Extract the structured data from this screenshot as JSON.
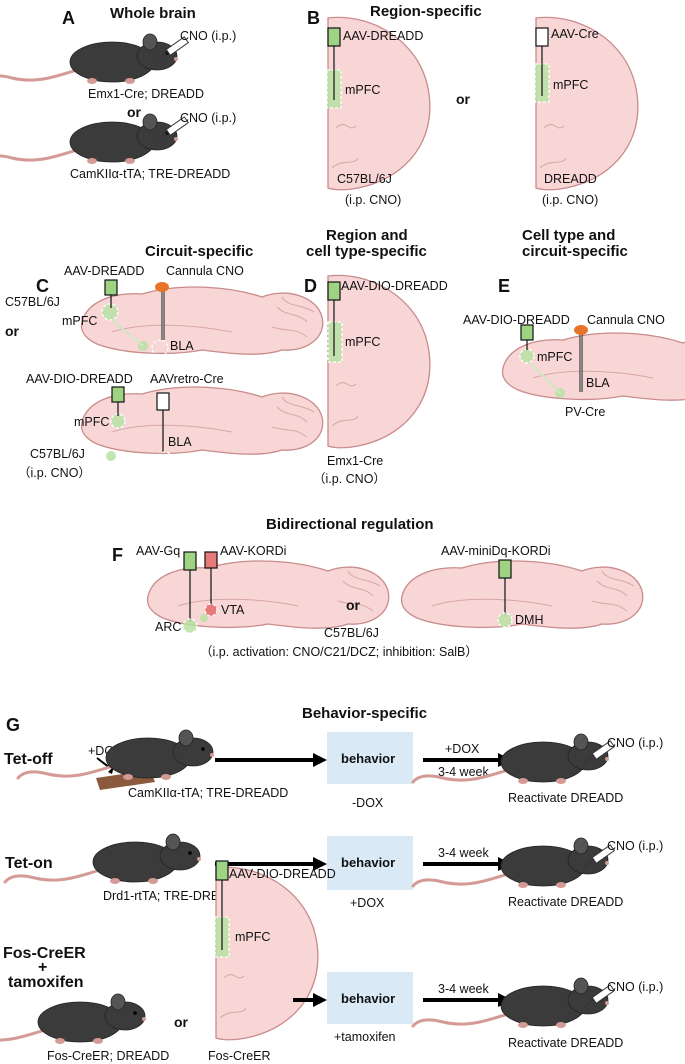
{
  "panels": {
    "A": {
      "letter": "A",
      "title": "Whole brain",
      "injection_label_1": "CNO (i.p.)",
      "mouse_label_1": "Emx1-Cre; DREADD",
      "or": "or",
      "injection_label_2": "CNO (i.p.)",
      "mouse_label_2": "CamKIIα-tTA; TRE-DREADD"
    },
    "B": {
      "letter": "B",
      "title": "Region-specific",
      "virus_left": "AAV-DREADD",
      "region_left": "mPFC",
      "strain_left": "C57BL/6J",
      "route_left": "(i.p. CNO)",
      "or": "or",
      "virus_right": "AAV-Cre",
      "region_right": "mPFC",
      "strain_right": "DREADD",
      "route_right": "(i.p. CNO)"
    },
    "C": {
      "letter": "C",
      "title": "Circuit-specific",
      "virus_top": "AAV-DREADD",
      "cannula": "Cannula CNO",
      "region_top_src": "mPFC",
      "strain_top": "C57BL/6J",
      "region_top_tgt": "BLA",
      "or": "or",
      "virus_bottom_left": "AAV-DIO-DREADD",
      "virus_bottom_right": "AAVretro-Cre",
      "region_bottom_src": "mPFC",
      "region_bottom_tgt": "BLA",
      "strain_bottom": "C57BL/6J",
      "route_bottom": "（i.p. CNO）"
    },
    "D": {
      "letter": "D",
      "title_line1": "Region and",
      "title_line2": "cell type-specific",
      "virus": "AAV-DIO-DREADD",
      "region": "mPFC",
      "strain": "Emx1-Cre",
      "route": "（i.p. CNO）"
    },
    "E": {
      "letter": "E",
      "title_line1": "Cell type and",
      "title_line2": "circuit-specific",
      "virus": "AAV-DIO-DREADD",
      "cannula": "Cannula CNO",
      "region_src": "mPFC",
      "region_tgt": "BLA",
      "strain": "PV-Cre"
    },
    "F": {
      "letter": "F",
      "title": "Bidirectional regulation",
      "virus_1": "AAV-Gq",
      "virus_2": "AAV-KORDi",
      "region_1": "ARC",
      "region_2": "VTA",
      "or": "or",
      "virus_3": "AAV-miniDq-KORDi",
      "region_3": "DMH",
      "strain": "C57BL/6J",
      "route": "（i.p. activation: CNO/C21/DCZ; inhibition: SalB）"
    },
    "G": {
      "letter": "G",
      "title": "Behavior-specific",
      "rows": [
        {
          "name": "Tet-off",
          "pre_label": "+DOX",
          "mouse_label": "CamKIIα-tTA; TRE-DREADD",
          "box_label": "behavior",
          "under_box": "-DOX",
          "arrow_top": "+DOX",
          "arrow_bottom": "3-4 week",
          "injection": "CNO (i.p.)",
          "result": "Reactivate DREADD"
        },
        {
          "name": "Tet-on",
          "mouse_label": "Drd1-rtTA; TRE-DREADD",
          "box_label": "behavior",
          "under_box": "+DOX",
          "arrow_top": "3-4 week",
          "injection": "CNO (i.p.)",
          "result": "Reactivate DREADD"
        },
        {
          "name_line1": "Fos-CreER",
          "name_plus": "+",
          "name_line2": "tamoxifen",
          "mouse_label": "Fos-CreER; DREADD",
          "or": "or",
          "virus": "AAV-DIO-DREADD",
          "region": "mPFC",
          "strain": "Fos-CreER",
          "box_label": "behavior",
          "under_box": "+tamoxifen",
          "arrow_top": "3-4 week",
          "injection": "CNO (i.p.)",
          "result": "Reactivate DREADD"
        }
      ]
    }
  }
}
